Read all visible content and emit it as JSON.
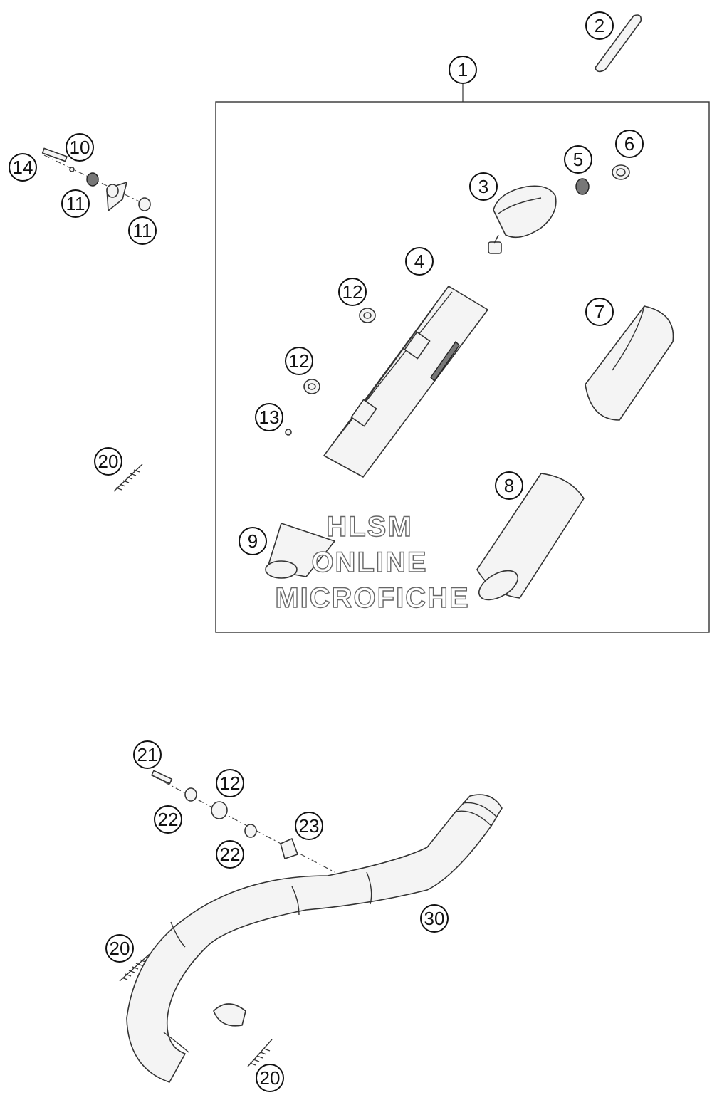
{
  "watermark": {
    "line1": "HLSM",
    "line2": "ONLINE",
    "line3": "MICROFICHE"
  },
  "callouts": {
    "c1": "1",
    "c2": "2",
    "c3": "3",
    "c4": "4",
    "c5": "5",
    "c6": "6",
    "c7": "7",
    "c8": "8",
    "c9": "9",
    "c10": "10",
    "c11a": "11",
    "c11b": "11",
    "c12a": "12",
    "c12b": "12",
    "c12c": "12",
    "c13": "13",
    "c14": "14",
    "c20a": "20",
    "c20b": "20",
    "c20c": "20",
    "c21": "21",
    "c22a": "22",
    "c22b": "22",
    "c23": "23",
    "c30": "30"
  },
  "colors": {
    "line": "#333333",
    "background": "#ffffff"
  }
}
